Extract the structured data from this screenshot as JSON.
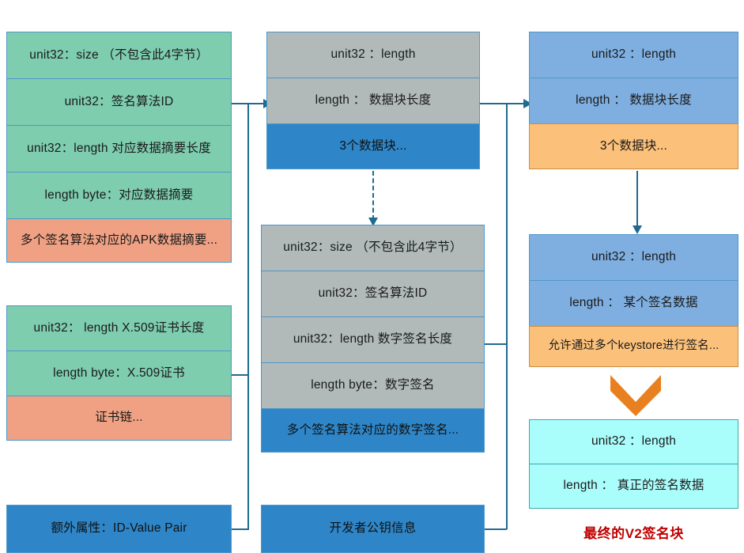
{
  "diagram": {
    "title_final": "最终的V2签名块",
    "colors": {
      "green": "#7ecdaf",
      "salmon": "#f0a183",
      "gray": "#b1b9b9",
      "blue": "#2e86c8",
      "light_blue": "#7fafe0",
      "orange": "#fbc07a",
      "cyan": "#a9fdfb",
      "border": "#4f97c9",
      "connector": "#1f6a8f",
      "chevron": "#e8801f",
      "final_label": "#c00000"
    },
    "columns": {
      "left": {
        "digest_block": {
          "rows": [
            "unit32：size （不包含此4字节）",
            "unit32：签名算法ID",
            "unit32：length 对应数据摘要长度",
            "length byte：对应数据摘要",
            "多个签名算法对应的APK数据摘要..."
          ]
        },
        "cert_block": {
          "rows": [
            "unit32： length X.509证书长度",
            "length byte：X.509证书",
            "证书链..."
          ]
        },
        "extra_block": {
          "rows": [
            "额外属性：ID-Value Pair"
          ]
        }
      },
      "middle": {
        "datablock_header": {
          "rows": [
            "unit32 ：length",
            "length ： 数据块长度",
            "3个数据块..."
          ]
        },
        "signature_block": {
          "rows": [
            "unit32：size （不包含此4字节）",
            "unit32：签名算法ID",
            "unit32：length 数字签名长度",
            "length byte：数字签名",
            "多个签名算法对应的数字签名..."
          ]
        },
        "pubkey_block": {
          "rows": [
            "开发者公钥信息"
          ]
        }
      },
      "right": {
        "signer_block": {
          "rows": [
            "unit32 ：length",
            "length ： 数据块长度",
            "3个数据块..."
          ]
        },
        "signers_block": {
          "rows": [
            "unit32 ：length",
            "length ： 某个签名数据",
            "允许通过多个keystore进行签名..."
          ]
        },
        "final_block": {
          "rows": [
            "unit32 ：length",
            "length ： 真正的签名数据"
          ]
        }
      }
    }
  }
}
